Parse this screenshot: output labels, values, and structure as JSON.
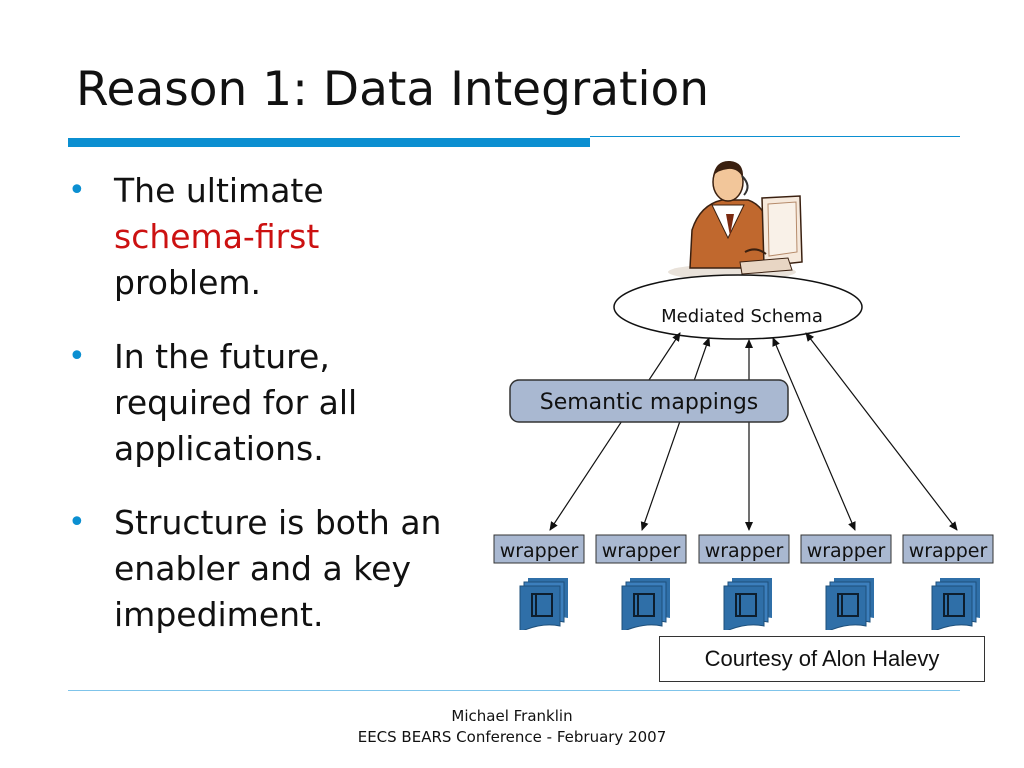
{
  "slide": {
    "title": "Reason 1: Data Integration"
  },
  "bullets": [
    {
      "prefix": "The ultimate",
      "highlight": "schema-first",
      "suffix": "problem."
    },
    {
      "text": "In the future, required for all applications."
    },
    {
      "text": "Structure is both an enabler and a key impediment."
    }
  ],
  "diagram": {
    "mediated_schema": "Mediated Schema",
    "semantic_mappings": "Semantic mappings",
    "wrappers": [
      "wrapper",
      "wrapper",
      "wrapper",
      "wrapper",
      "wrapper"
    ],
    "courtesy": "Courtesy of Alon Halevy"
  },
  "colors": {
    "accent": "#0b8fd1",
    "highlight": "#cc1111",
    "box_fill": "#a9b8d1",
    "db_icon": "#2f6fa8"
  },
  "footer": {
    "line1": "Michael Franklin",
    "line2": "EECS BEARS Conference - February 2007"
  }
}
